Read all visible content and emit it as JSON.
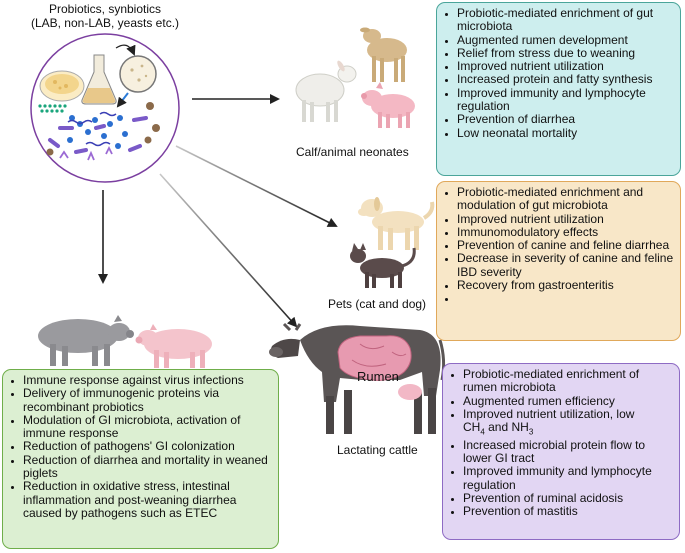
{
  "title_line1": "Probiotics, synbiotics",
  "title_line2": "(LAB, non-LAB, yeasts etc.)",
  "labels": {
    "neonates": "Calf/animal neonates",
    "pets": "Pets (cat and dog)",
    "cattle": "Lactating cattle",
    "rumen": "Rumen"
  },
  "boxes": {
    "neonates": {
      "bg": "#cdeeee",
      "border": "#4aa59a",
      "items": [
        "Probiotic-mediated enrichment of gut microbiota",
        "Augmented rumen development",
        "Relief from stress due to weaning",
        "Improved nutrient utilization",
        "Increased protein and fatty synthesis",
        "Improved immunity and lymphocyte regulation",
        "Prevention of diarrhea",
        "Low neonatal mortality"
      ]
    },
    "pets": {
      "bg": "#f8e7c8",
      "border": "#e0a85a",
      "items": [
        "Probiotic-mediated enrichment and modulation of gut microbiota",
        "Improved nutrient utilization",
        "Immunomodulatory effects",
        "Prevention of canine and feline diarrhea",
        "Decrease in severity of canine and feline IBD severity",
        "Recovery from gastroenteritis",
        ""
      ]
    },
    "pigs": {
      "bg": "#dcefd2",
      "border": "#6fae4a",
      "items": [
        "Immune response against virus infections",
        " Delivery of immunogenic proteins via recombinant probiotics",
        "Modulation of GI microbiota, activation of immune response",
        "Reduction of pathogens' GI colonization",
        "Reduction of diarrhea and mortality in weaned  piglets",
        "Reduction in oxidative stress, intestinal inflammation and post-weaning diarrhea caused by pathogens such as ETEC"
      ]
    },
    "cattle": {
      "bg": "#e2d6f3",
      "border": "#8e6bc4",
      "items_before": [
        "Probiotic-mediated enrichment of rumen microbiota",
        "Augmented rumen efficiency"
      ],
      "nutrient_text": "Improved nutrient utilization, low",
      "ch": "CH",
      "ch_sub": "4",
      "and_text": " and NH",
      "nh_sub": "3",
      "items_after": [
        "Increased microbial protein flow to lower GI tract",
        "Improved immunity and lymphocyte regulation",
        "Prevention of ruminal acidosis",
        "Prevention of mastitis"
      ]
    }
  },
  "icons": [
    "petri-dish-icon",
    "flask-icon",
    "magnifier-icon",
    "bacteria-icon",
    "calf-icon",
    "lamb-icon",
    "piglet-icon",
    "dog-icon",
    "cat-icon",
    "pig-icon",
    "cow-icon",
    "rumen-icon"
  ],
  "colors": {
    "arrow": "#222222",
    "circle_border": "#7b3fa0"
  }
}
